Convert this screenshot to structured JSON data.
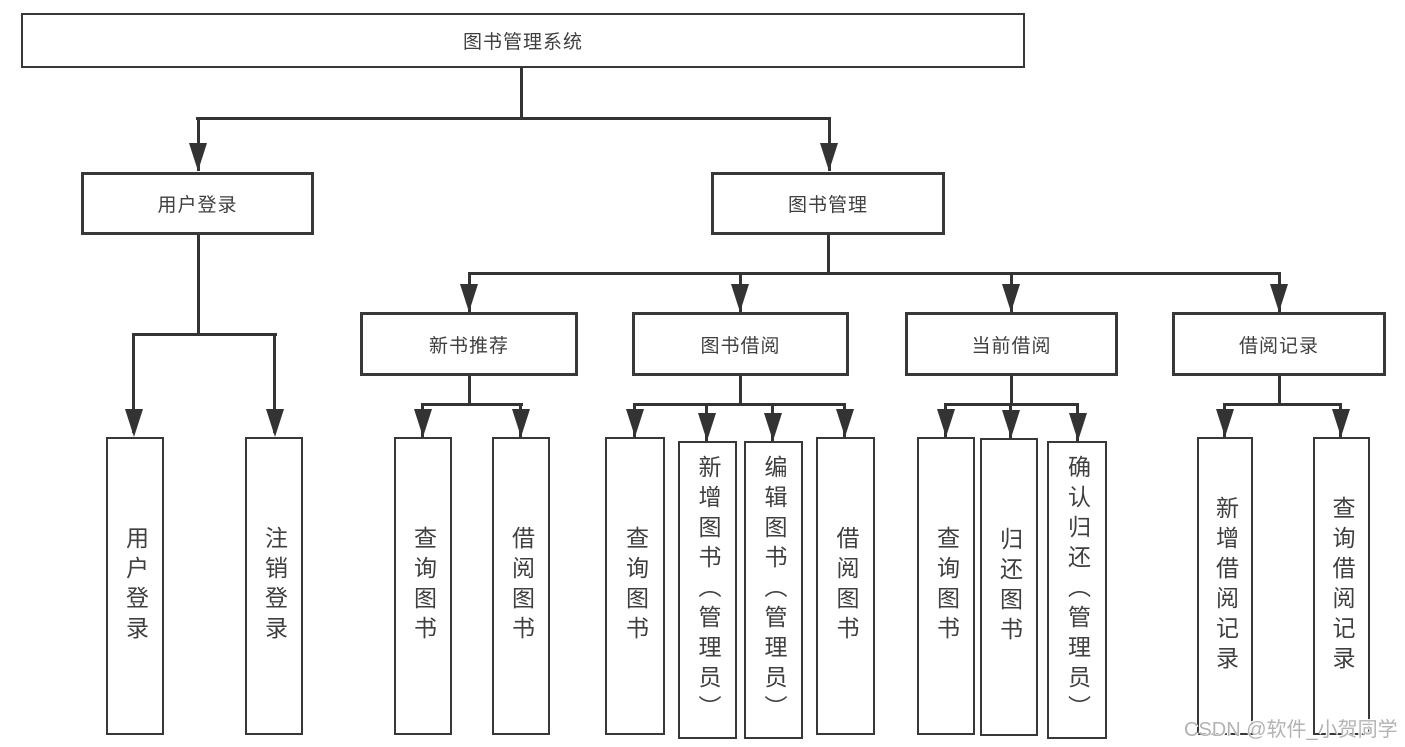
{
  "diagram": {
    "root": {
      "label": "图书管理系统",
      "children": [
        {
          "label": "用户登录",
          "children": [
            {
              "label": "用户登录"
            },
            {
              "label": "注销登录"
            }
          ]
        },
        {
          "label": "图书管理",
          "children": [
            {
              "label": "新书推荐",
              "children": [
                {
                  "label": "查询图书"
                },
                {
                  "label": "借阅图书"
                }
              ]
            },
            {
              "label": "图书借阅",
              "children": [
                {
                  "label": "查询图书"
                },
                {
                  "label": "新增图书（管理员）"
                },
                {
                  "label": "编辑图书（管理员）"
                },
                {
                  "label": "借阅图书"
                }
              ]
            },
            {
              "label": "当前借阅",
              "children": [
                {
                  "label": "查询图书"
                },
                {
                  "label": "归还图书"
                },
                {
                  "label": "确认归还（管理员）"
                }
              ]
            },
            {
              "label": "借阅记录",
              "children": [
                {
                  "label": "新增借阅记录"
                },
                {
                  "label": "查询借阅记录"
                }
              ]
            }
          ]
        }
      ]
    },
    "watermark": {
      "text": "CSDN @软件_小贺同学"
    },
    "colors": {
      "line": "#333333",
      "box_border": "#383838",
      "text": "#3f3f3f",
      "watermark": "#b3b3b3",
      "background": "#ffffff"
    }
  }
}
